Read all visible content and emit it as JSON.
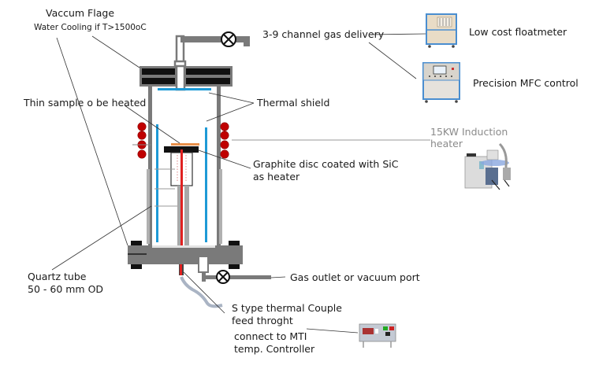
{
  "diagram": {
    "title": "Induction-heated CVD reactor schematic",
    "labels": {
      "vacuum_flange": "Vaccum Flage",
      "water_cooling": "Water Cooling if T>1500oC",
      "gas_delivery": "3-9 channel gas delivery",
      "floatmeter": "Low cost floatmeter",
      "mfc": "Precision MFC control",
      "thin_sample": "Thin sample o be heated",
      "thermal_shield": "Thermal shield",
      "induction_heater_line1": "15KW Induction",
      "induction_heater_line2": "heater",
      "graphite_line1": "Graphite disc coated with SiC",
      "graphite_line2": "as heater",
      "quartz_line1": "Quartz tube",
      "quartz_line2": "50 - 60 mm OD",
      "gas_outlet": "Gas outlet or vacuum port",
      "thermocouple_line1": "S type thermal Couple",
      "thermocouple_line2": "feed throght",
      "controller_line1": "connect to MTI",
      "controller_line2": "temp. Controller"
    },
    "icons": {
      "valve": "valve-icon",
      "induction_coil": "coil-icon",
      "floatmeter_unit": "floatmeter-device-icon",
      "mfc_unit": "mfc-device-icon",
      "induction_unit": "induction-heater-device-icon",
      "controller_unit": "temperature-controller-icon"
    },
    "colors": {
      "steel": "#7a7a7a",
      "flange_black": "#111111",
      "shield_blue": "#1e9ad6",
      "thermocouple_red": "#e02020",
      "sample_orange": "#e8904a",
      "coil_red": "#c00000",
      "device_blue": "#4a8ed0",
      "device_beige": "#e9dcc6"
    }
  }
}
